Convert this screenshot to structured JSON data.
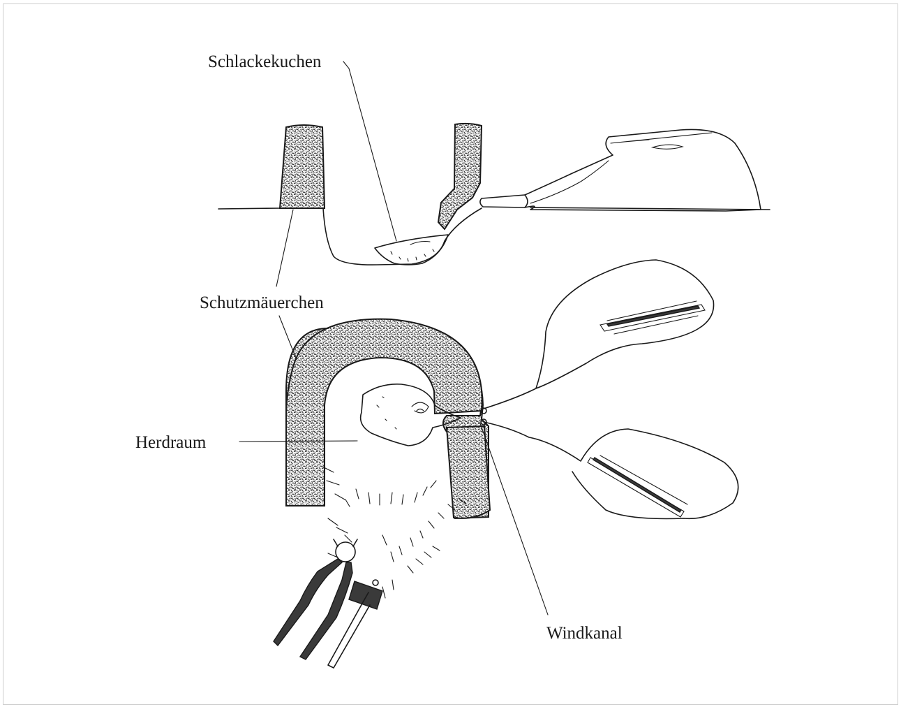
{
  "labels": {
    "slag_cake": "Schlackekuchen",
    "protective_wall": "Schutzmäuerchen",
    "hearth_space": "Herdraum",
    "wind_channel": "Windkanal"
  },
  "colors": {
    "ink": "#1a1a1a",
    "background": "#ffffff",
    "frame_border": "#cfcfcf"
  }
}
